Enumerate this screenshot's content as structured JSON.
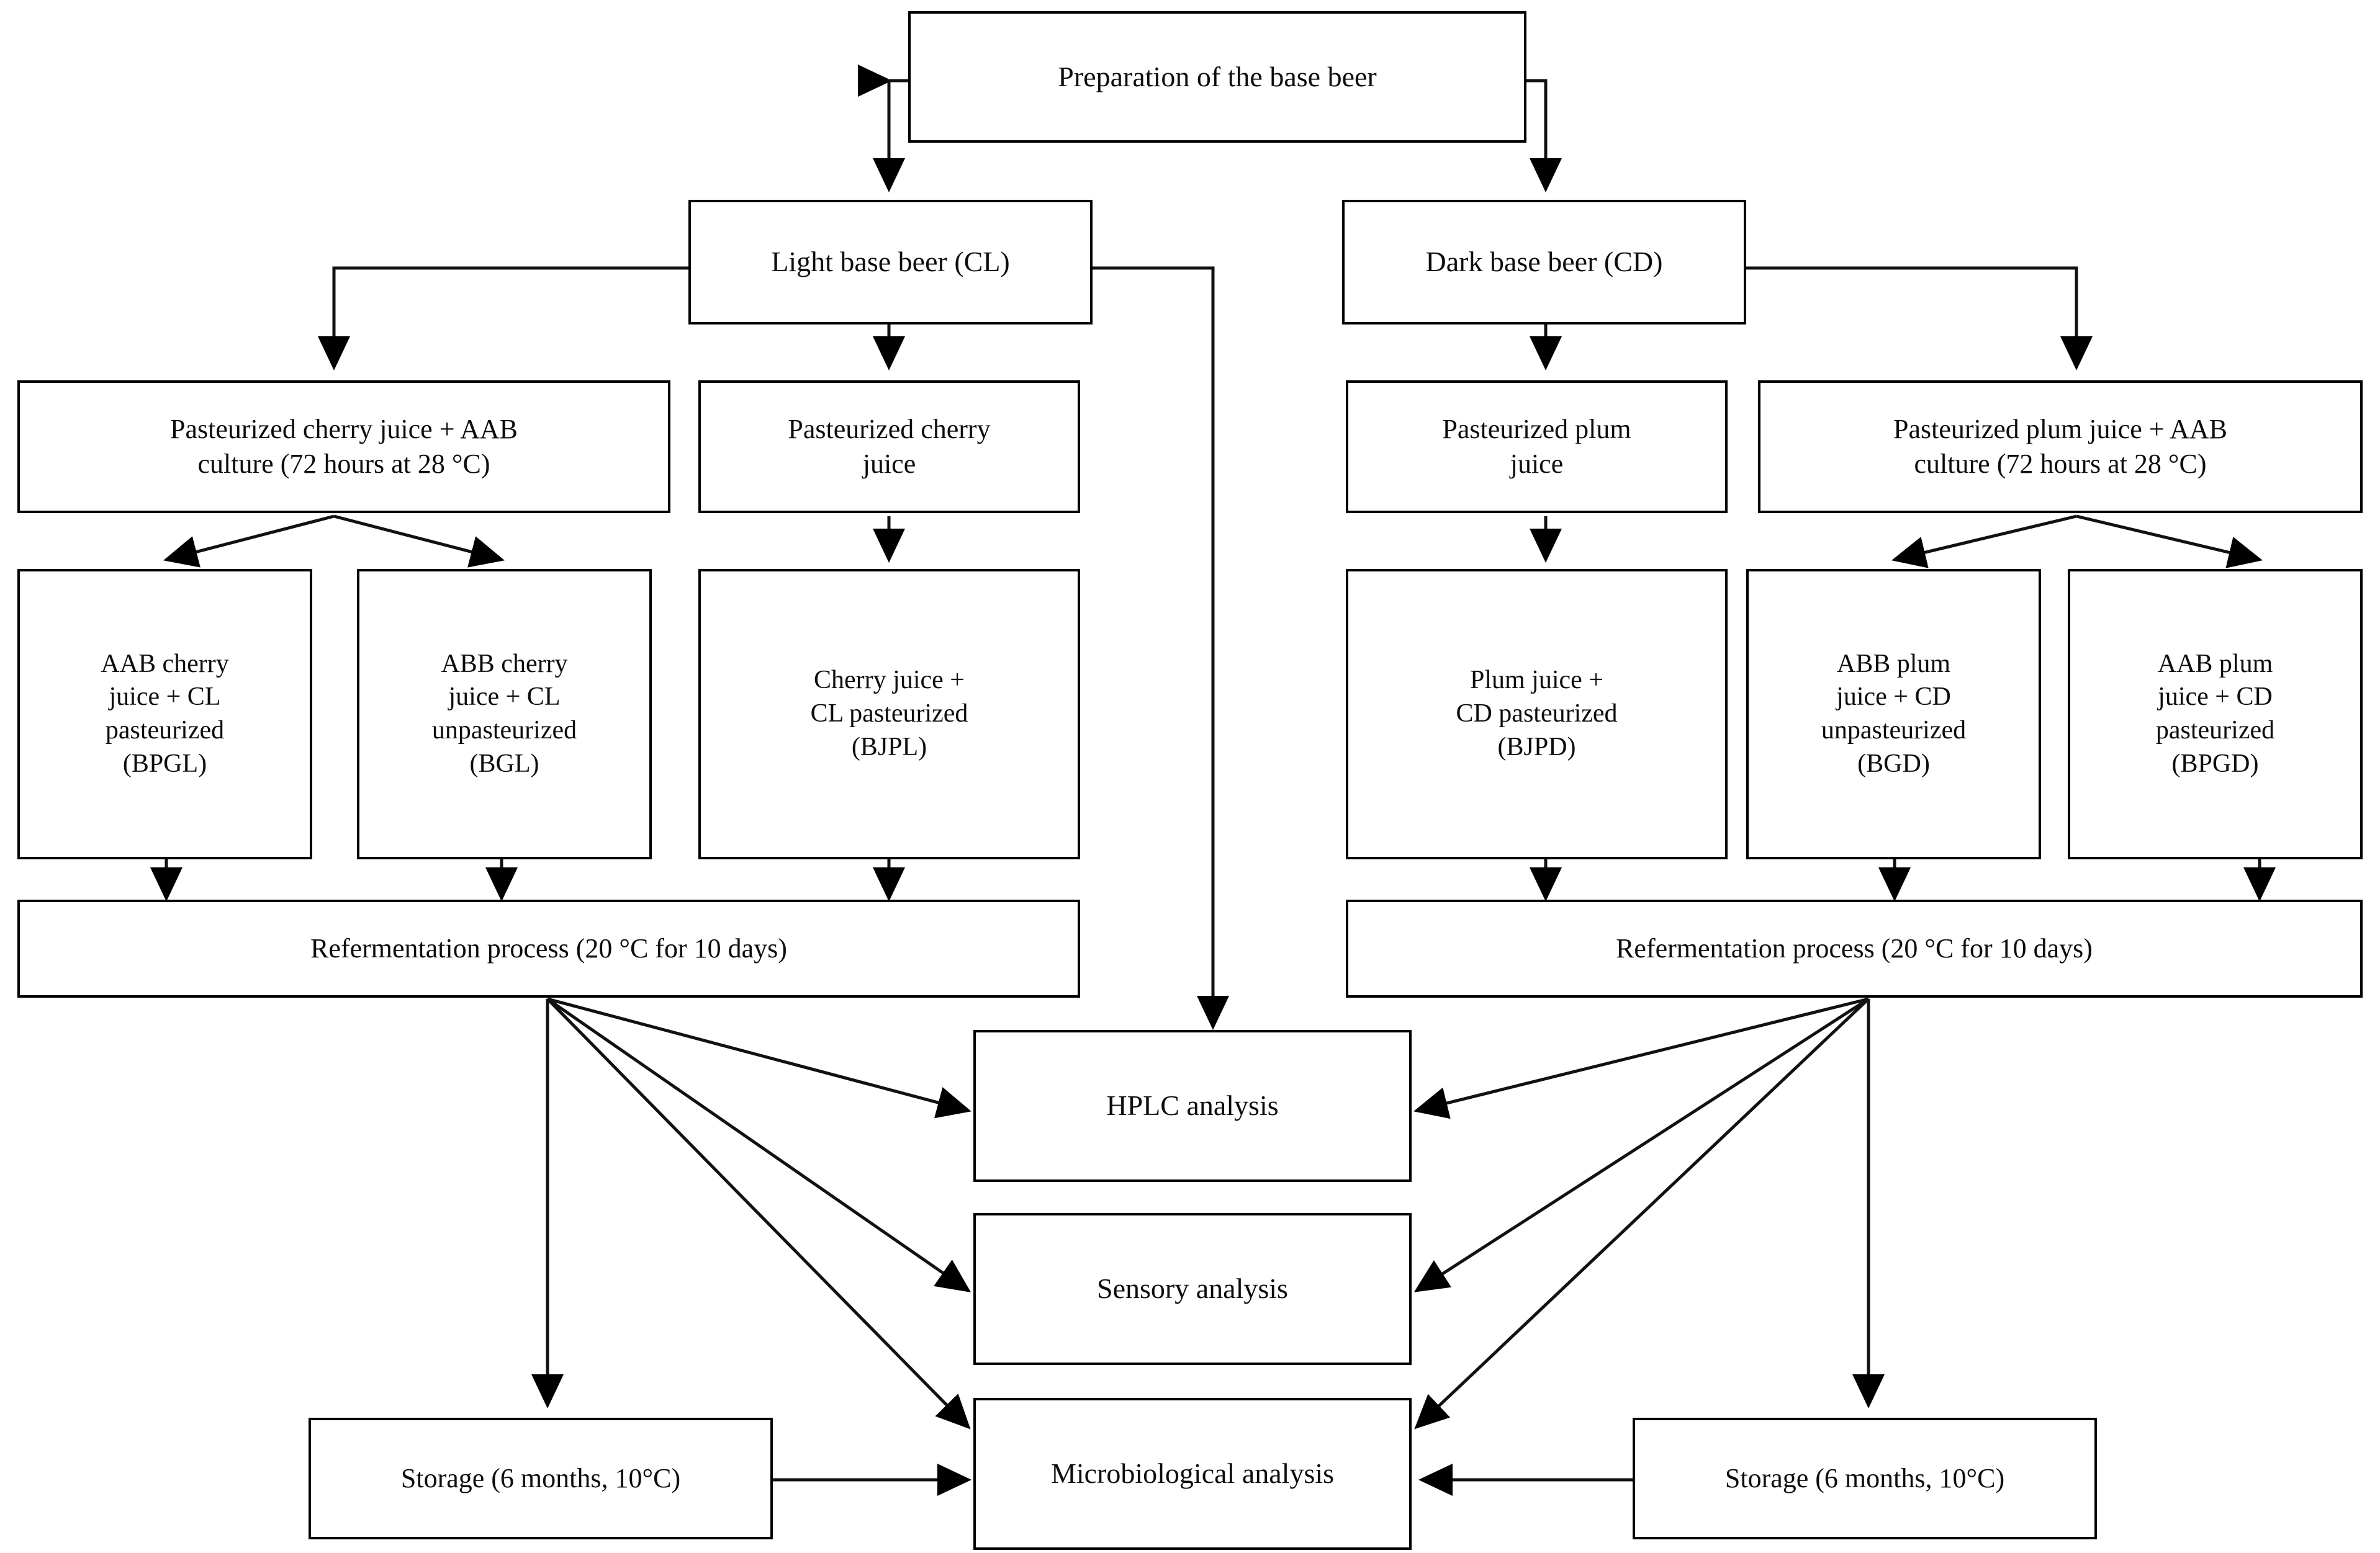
{
  "diagram": {
    "title": "Beer production and analysis flowchart",
    "stroke_color": "#000000",
    "background_color": "#ffffff",
    "nodes": {
      "prep": {
        "label": "Preparation of the base beer"
      },
      "light_base": {
        "label": "Light base beer (CL)"
      },
      "dark_base": {
        "label": "Dark base beer (CD)"
      },
      "cherry_aab": {
        "label": "Pasteurized cherry juice + AAB\nculture (72 hours at 28 °C)"
      },
      "cherry_past": {
        "label": "Pasteurized cherry\njuice"
      },
      "plum_past": {
        "label": "Pasteurized plum\njuice"
      },
      "plum_aab": {
        "label": "Pasteurized plum juice + AAB\nculture (72 hours at 28 °C)"
      },
      "bpgl": {
        "label": "AAB cherry\njuice + CL\npasteurized\n(BPGL)"
      },
      "bgl": {
        "label": "ABB cherry\njuice + CL\nunpasteurized\n(BGL)"
      },
      "bjpl": {
        "label": "Cherry juice +\nCL pasteurized\n(BJPL)"
      },
      "bjpd": {
        "label": "Plum juice +\nCD pasteurized\n(BJPD)"
      },
      "bgd": {
        "label": "ABB plum\njuice + CD\nunpasteurized\n(BGD)"
      },
      "bpgd": {
        "label": "AAB plum\njuice + CD\npasteurized\n(BPGD)"
      },
      "referment_left": {
        "label": "Refermentation process (20 °C for 10 days)"
      },
      "referment_right": {
        "label": "Refermentation process (20 °C for 10 days)"
      },
      "hplc": {
        "label": "HPLC analysis"
      },
      "sensory": {
        "label": "Sensory analysis"
      },
      "micro": {
        "label": "Microbiological analysis"
      },
      "storage_left": {
        "label": "Storage (6 months, 10°C)"
      },
      "storage_right": {
        "label": "Storage (6 months, 10°C)"
      }
    }
  }
}
